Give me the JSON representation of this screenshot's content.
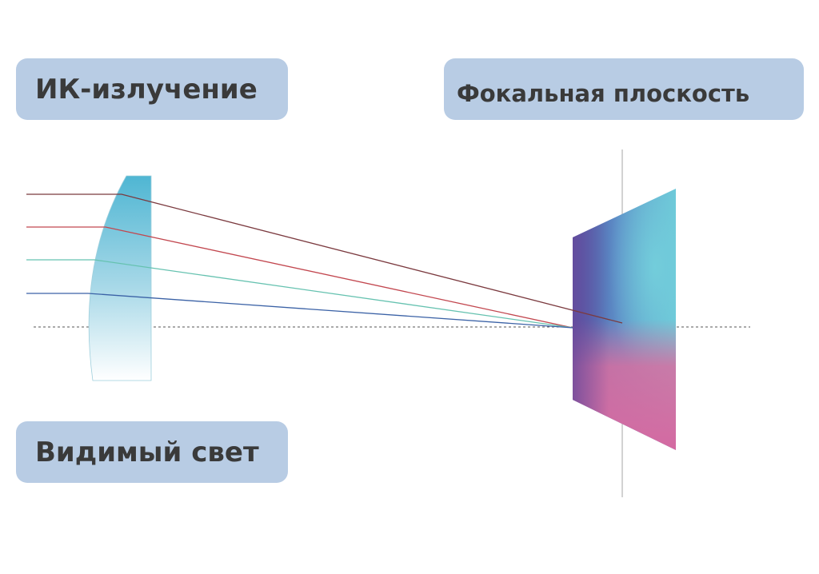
{
  "labels": {
    "ir_radiation": "ИК-излучение",
    "focal_plane": "Фокальная плоскость",
    "visible_light": "Видимый свет"
  },
  "colors": {
    "label_bg": "#b8cce4",
    "label_text": "#3a3a3a",
    "ray_dark_red": "#7b3a3f",
    "ray_red": "#c2474f",
    "ray_teal": "#66c2b0",
    "ray_blue": "#3b62a6",
    "lens_teal": "#5bbcd6",
    "plane_blue": "#4a5aa8",
    "plane_cyan": "#6cc6d9",
    "plane_pink": "#d86ea0"
  }
}
